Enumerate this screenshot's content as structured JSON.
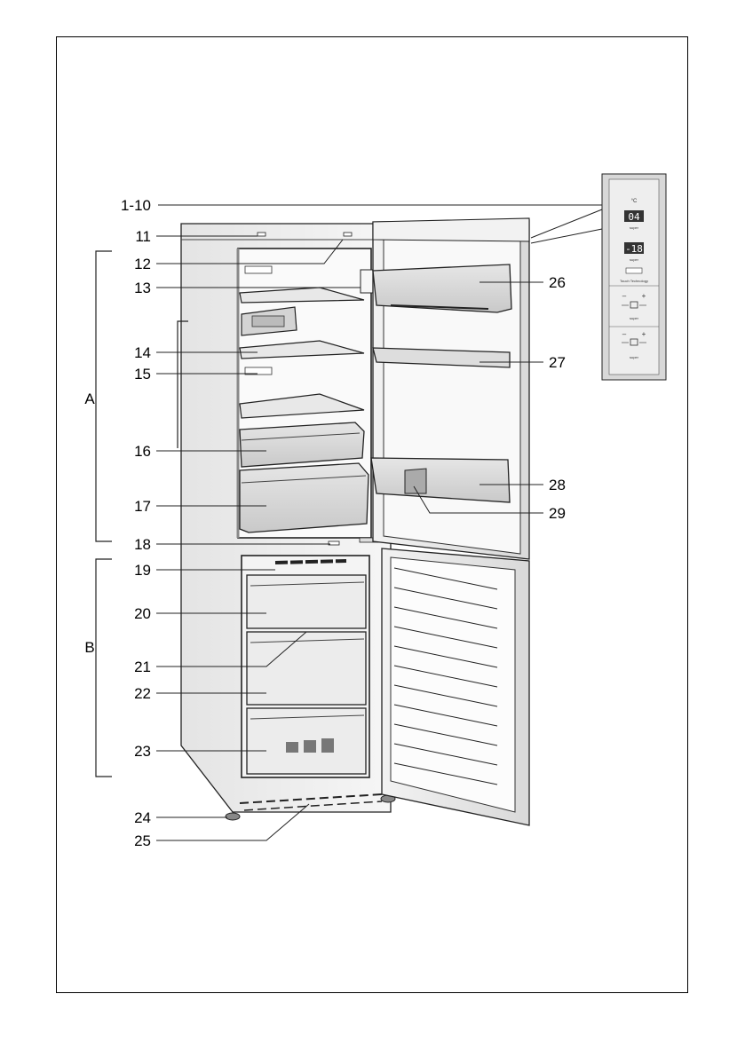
{
  "labels": {
    "l1_10": "1-10",
    "l11": "11",
    "l12": "12",
    "l13": "13",
    "l14": "14",
    "l15": "15",
    "l16": "16",
    "l17": "17",
    "l18": "18",
    "l19": "19",
    "l20": "20",
    "l21": "21",
    "l22": "22",
    "l23": "23",
    "l24": "24",
    "l25": "25",
    "l26": "26",
    "l27": "27",
    "l28": "28",
    "l29": "29"
  },
  "sections": {
    "fridge": "A",
    "freezer": "B"
  },
  "control_panel": {
    "unit": "°C",
    "fridge_temp": "04",
    "freezer_temp": "-18",
    "super_label": "super",
    "brand_line": "Touch Technology",
    "minus": "–",
    "plus": "+"
  }
}
